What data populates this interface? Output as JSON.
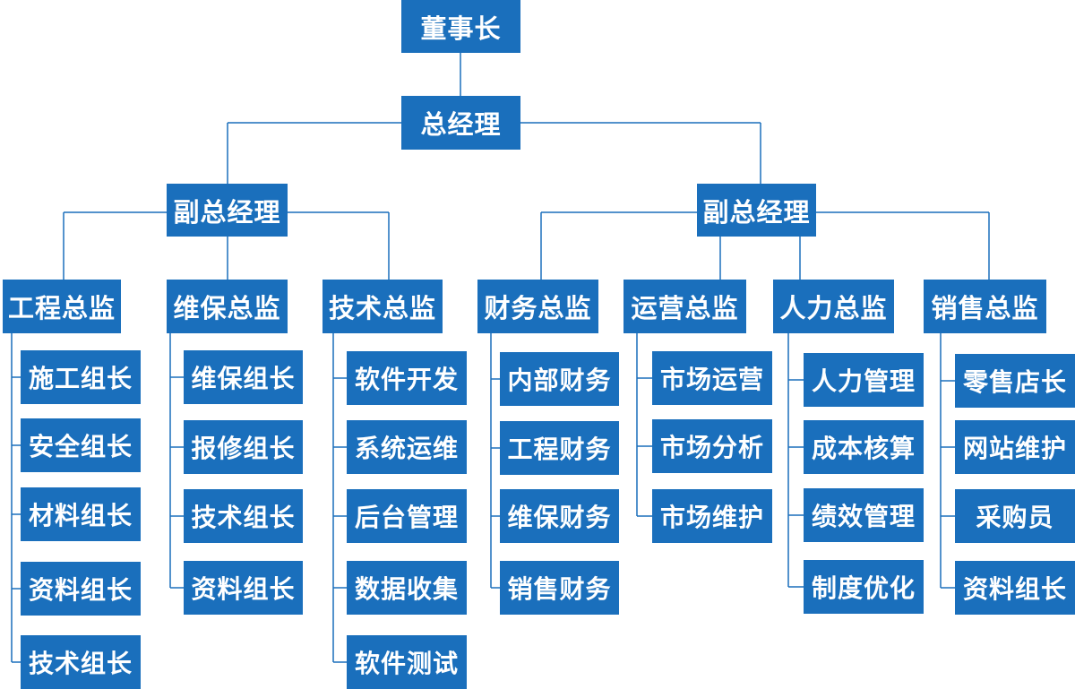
{
  "colors": {
    "box": "#1a6fbc",
    "text": "#ffffff",
    "line": "#1a6fbc"
  },
  "chairman": "董事长",
  "gm": "总经理",
  "vgm_left": {
    "label": "副总经理",
    "directors": [
      {
        "label": "工程总监",
        "items": [
          "施工组长",
          "安全组长",
          "材料组长",
          "资料组长",
          "技术组长"
        ]
      },
      {
        "label": "维保总监",
        "items": [
          "维保组长",
          "报修组长",
          "技术组长",
          "资料组长"
        ]
      },
      {
        "label": "技术总监",
        "items": [
          "软件开发",
          "系统运维",
          "后台管理",
          "数据收集",
          "软件测试"
        ]
      }
    ]
  },
  "vgm_right": {
    "label": "副总经理",
    "directors": [
      {
        "label": "财务总监",
        "items": [
          "内部财务",
          "工程财务",
          "维保财务",
          "销售财务"
        ]
      },
      {
        "label": "运营总监",
        "items": [
          "市场运营",
          "市场分析",
          "市场维护"
        ]
      },
      {
        "label": "人力总监",
        "items": [
          "人力管理",
          "成本核算",
          "绩效管理",
          "制度优化"
        ]
      },
      {
        "label": "销售总监",
        "items": [
          "零售店长",
          "网站维护",
          "采购员",
          "资料组长"
        ]
      }
    ]
  }
}
